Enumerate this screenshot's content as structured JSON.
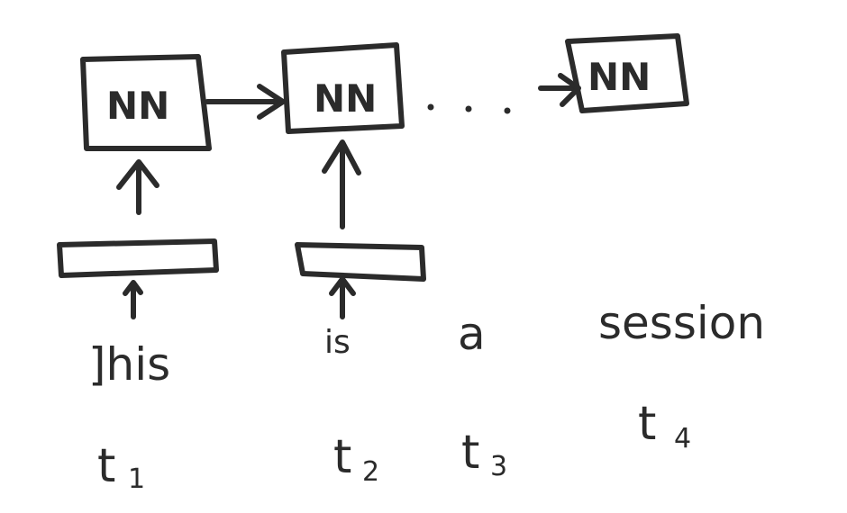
{
  "nodes": [
    {
      "label": "NN"
    },
    {
      "label": "NN"
    },
    {
      "label": "NN"
    }
  ],
  "words": [
    "]his",
    "is",
    "a",
    "session"
  ],
  "timesteps": [
    {
      "base": "t",
      "sub": "1"
    },
    {
      "base": "t",
      "sub": "2"
    },
    {
      "base": "t",
      "sub": "3"
    },
    {
      "base": "t",
      "sub": "4"
    }
  ],
  "colors": {
    "ink": "#2b2b2b",
    "background": "#ffffff"
  }
}
